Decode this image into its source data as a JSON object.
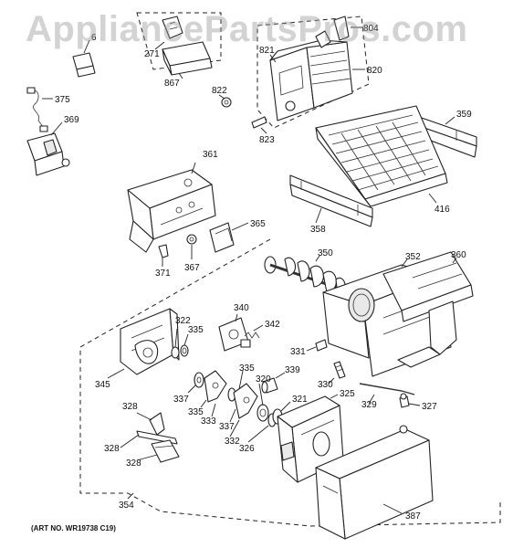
{
  "watermark": "AppliancePartsPros.com",
  "art_number": "(ART NO. WR19738 C19)",
  "callouts": {
    "p6": "6",
    "p271": "271",
    "p867": "867",
    "p804": "804",
    "p821": "821",
    "p820": "820",
    "p822": "822",
    "p823": "823",
    "p375": "375",
    "p369": "369",
    "p359": "359",
    "p361": "361",
    "p416": "416",
    "p358": "358",
    "p365": "365",
    "p371": "371",
    "p367": "367",
    "p350": "350",
    "p352": "352",
    "p360": "360",
    "p340": "340",
    "p342": "342",
    "p322": "322",
    "p335a": "335",
    "p345": "345",
    "p331": "331",
    "p339": "339",
    "p330": "330",
    "p335b": "335",
    "p320": "320",
    "p337a": "337",
    "p335c": "335",
    "p333": "333",
    "p337b": "337",
    "p332": "332",
    "p326": "326",
    "p321": "321",
    "p325": "325",
    "p329": "329",
    "p327": "327",
    "p328a": "328",
    "p328b": "328",
    "p328c": "328",
    "p354": "354",
    "p387": "387"
  }
}
